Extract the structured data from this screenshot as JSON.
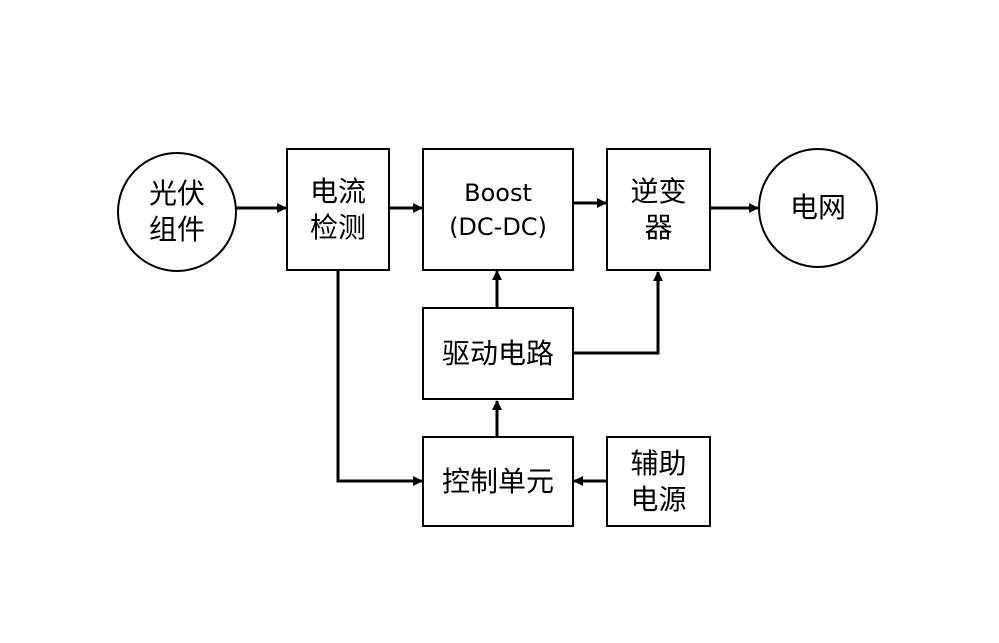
{
  "diagram": {
    "nodes": {
      "pv_module": {
        "lines": [
          "光伏",
          "组件"
        ]
      },
      "current_detection": {
        "lines": [
          "电流",
          "检测"
        ]
      },
      "boost": {
        "lines": [
          "Boost",
          "(DC-DC)"
        ]
      },
      "inverter": {
        "lines": [
          "逆变",
          "器"
        ]
      },
      "grid": {
        "lines": [
          "电网"
        ]
      },
      "drive_circuit": {
        "lines": [
          "驱动电路"
        ]
      },
      "control_unit": {
        "lines": [
          "控制单元"
        ]
      },
      "aux_power": {
        "lines": [
          "辅助",
          "电源"
        ]
      }
    },
    "connections": [
      {
        "from": "pv_module",
        "to": "current_detection"
      },
      {
        "from": "current_detection",
        "to": "boost"
      },
      {
        "from": "boost",
        "to": "inverter"
      },
      {
        "from": "inverter",
        "to": "grid"
      },
      {
        "from": "current_detection",
        "to": "control_unit"
      },
      {
        "from": "control_unit",
        "to": "drive_circuit"
      },
      {
        "from": "drive_circuit",
        "to": "boost"
      },
      {
        "from": "drive_circuit",
        "to": "inverter"
      },
      {
        "from": "aux_power",
        "to": "control_unit"
      }
    ],
    "colors": {
      "stroke": "#000000",
      "background": "#ffffff"
    }
  }
}
